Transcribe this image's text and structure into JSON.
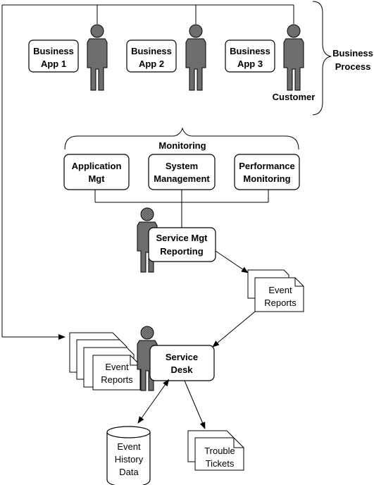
{
  "business_process": {
    "label_line1": "Business",
    "label_line2": "Process",
    "apps": [
      {
        "line1": "Business",
        "line2": "App 1"
      },
      {
        "line1": "Business",
        "line2": "App 2"
      },
      {
        "line1": "Business",
        "line2": "App 3"
      }
    ],
    "customer_label": "Customer"
  },
  "monitoring": {
    "label": "Monitoring",
    "boxes": [
      {
        "line1": "Application",
        "line2": "Mgt"
      },
      {
        "line1": "System",
        "line2": "Management"
      },
      {
        "line1": "Performance",
        "line2": "Monitoring"
      }
    ]
  },
  "service_mgt_reporting": {
    "line1": "Service Mgt",
    "line2": "Reporting"
  },
  "event_reports_right": {
    "line1": "Event",
    "line2": "Reports"
  },
  "event_reports_left": {
    "line1": "Event",
    "line2": "Reports"
  },
  "service_desk": {
    "line1": "Service",
    "line2": "Desk"
  },
  "event_history": {
    "line1": "Event",
    "line2": "History",
    "line3": "Data"
  },
  "trouble_tickets": {
    "line1": "Trouble",
    "line2": "Tickets"
  },
  "colors": {
    "person_fill": "#6e6e6e",
    "stroke": "#000000",
    "box_fill": "#ffffff"
  }
}
